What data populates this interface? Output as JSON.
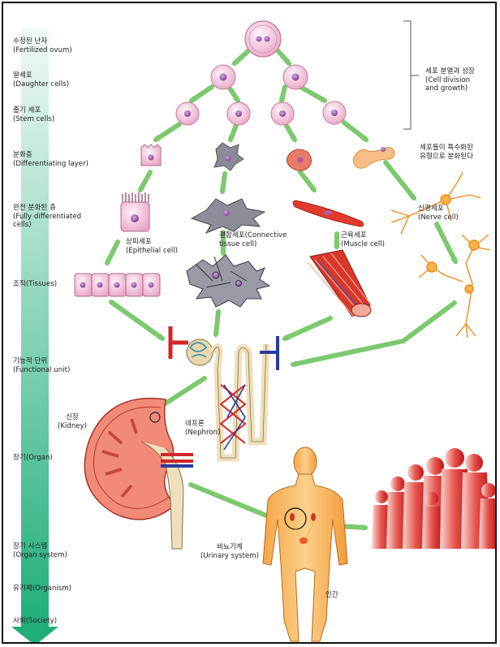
{
  "levels": {
    "fertilized": "수정된 난자\n(Fertilized ovum)",
    "daughter": "딸세포\n(Daughter cells)",
    "stem": "줄기 세포\n(Stem cells)",
    "differentiating": "분화층\n(Differentiating layer)",
    "fully": "완전 분화된 층\n(Fully differentiated\ncells)",
    "tissues": "조직(Tissues)",
    "functional": "기능적 단위\n(Functional unit)",
    "organ": "장기(Organ)",
    "organ_system": "장기 시스템\n(Organ system)",
    "organism": "유기체(Organism)",
    "society": "사회(Society)"
  },
  "annotations": {
    "cell_division": "세포 분열과 성장\n(Cell division\nand growth)",
    "specialize": "세포들이 특수화된\n유형으로 분화된다",
    "epithelial": "상피세포\n(Epithelial cell)",
    "connective": "결합세포(Connective\ntissue cell)",
    "muscle": "근육세포\n(Muscle cell)",
    "nerve": "신경세포\n(Nerve cell)",
    "kidney": "신장\n(Kidney)",
    "nephron": "네프론\n(Nephron)",
    "urinary": "비뇨기계\n(Urinary system)",
    "human": "인간"
  },
  "colors": {
    "arrow_green": "#7cc96e",
    "spine_top": "#e8f6ef",
    "spine_bottom": "#22b07a",
    "cell_fill": "#f6cde0",
    "nucleus": "#a35fb0",
    "muscle_red": "#e0362a",
    "skin_orange": "#f5b45e",
    "society_red": "#d8262a"
  }
}
